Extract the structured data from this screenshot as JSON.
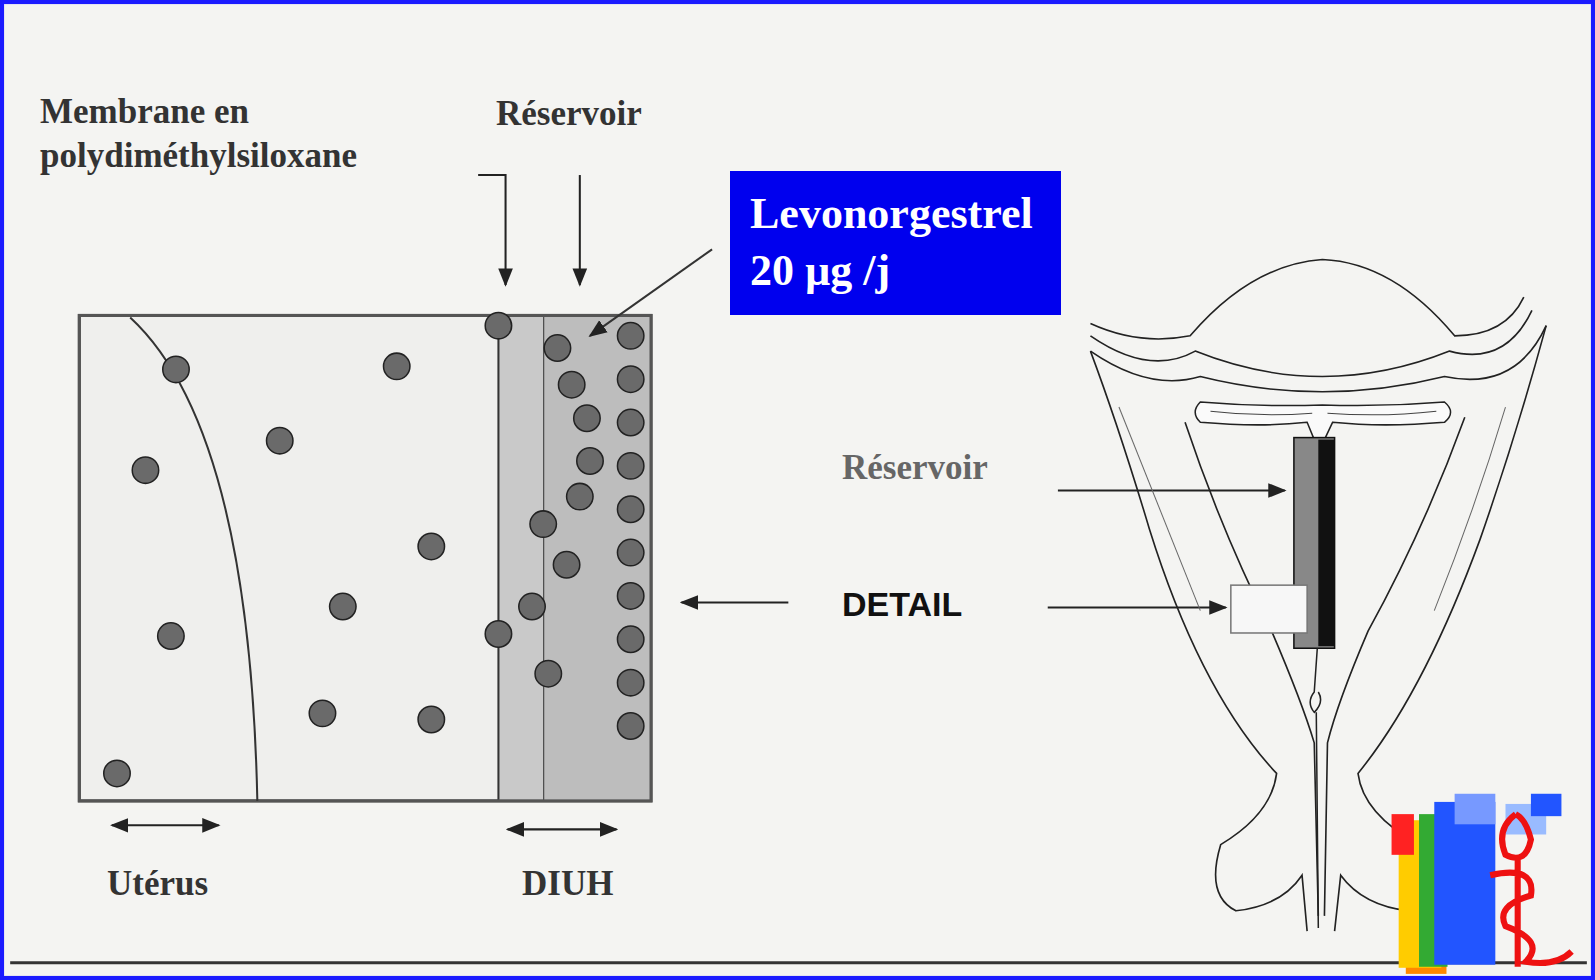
{
  "diagram": {
    "nodes": [
      {
        "text": [
          "Levonorgestrel 20 µg /j"
        ]
      }
    ],
    "labels": [
      "Membrane en polydiméthylsiloxane",
      "Réservoir",
      "Réservoir",
      "DETAIL",
      "Utérus",
      "DIUH"
    ]
  }
}
